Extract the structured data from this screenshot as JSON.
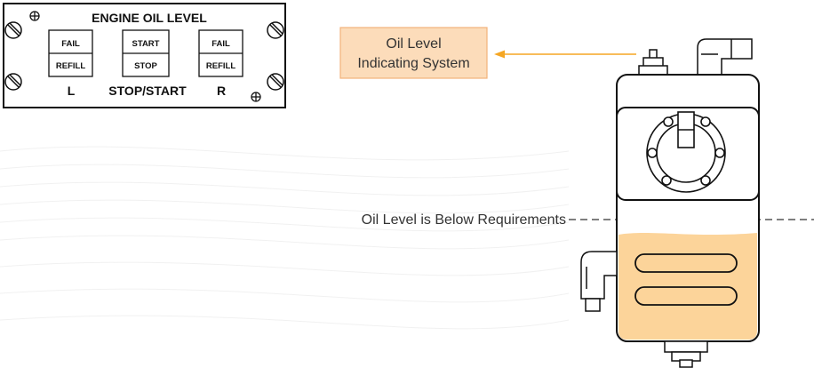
{
  "panel": {
    "title": "ENGINE OIL LEVEL",
    "left_switch": {
      "top": "FAIL",
      "bottom": "REFILL",
      "label": "L"
    },
    "center_switch": {
      "top": "START",
      "bottom": "STOP",
      "label": "STOP/START"
    },
    "right_switch": {
      "top": "FAIL",
      "bottom": "REFILL",
      "label": "R"
    }
  },
  "callout": {
    "line1": "Oil Level",
    "line2": "Indicating System"
  },
  "level_note": "Oil Level is Below Requirements",
  "colors": {
    "callout_fill": "#fcdcba",
    "callout_border": "#f3b27a",
    "arrow": "#f5a623",
    "oil": "#fcd49a",
    "outline": "#111111"
  }
}
